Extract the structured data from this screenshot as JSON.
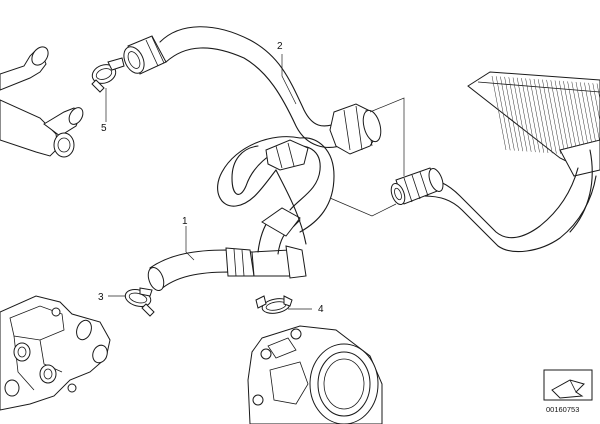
{
  "callouts": [
    {
      "id": "1",
      "label": "1"
    },
    {
      "id": "2",
      "label": "2"
    },
    {
      "id": "3",
      "label": "3"
    },
    {
      "id": "4",
      "label": "4"
    },
    {
      "id": "5",
      "label": "5"
    }
  ],
  "drawing_code": "00160753",
  "icons": {
    "corner_symbol": "folded-sheet-icon"
  }
}
